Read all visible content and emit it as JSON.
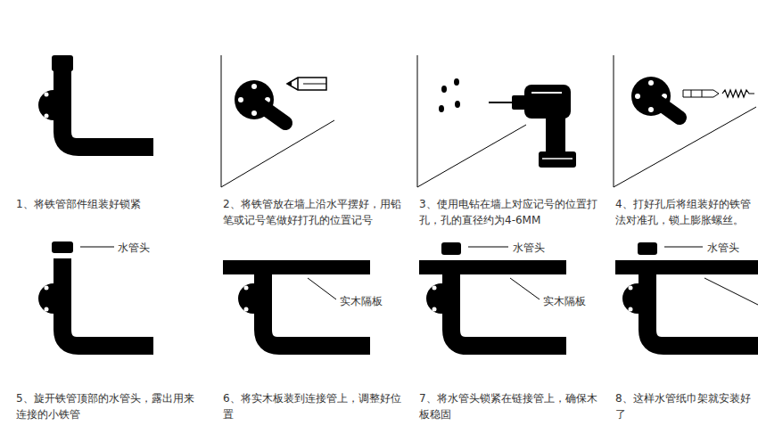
{
  "diagram": {
    "labels": [
      "1、将铁管部件组装好锁紧",
      "2、将铁管放在墙上沿水平摆好，用铅笔或记号笔做好打孔的位置记号",
      "3、使用电钻在墙上对应记号的位置打孔，孔的直径约为4-6MM",
      "4、打好孔后将组装好的铁管法对准孔，锁上膨胀螺丝。",
      "水管头",
      "5、旋开铁管顶部的水管头，露出用来连接的小铁管",
      "实木隔板",
      "6、将实木板装到连接管上，调整好位置",
      "水管头",
      "实木隔板",
      "7、将水管头锁紧在链接管上，确保木板稳固",
      "水管头",
      "8、这样水管纸巾架就安装好了"
    ]
  }
}
